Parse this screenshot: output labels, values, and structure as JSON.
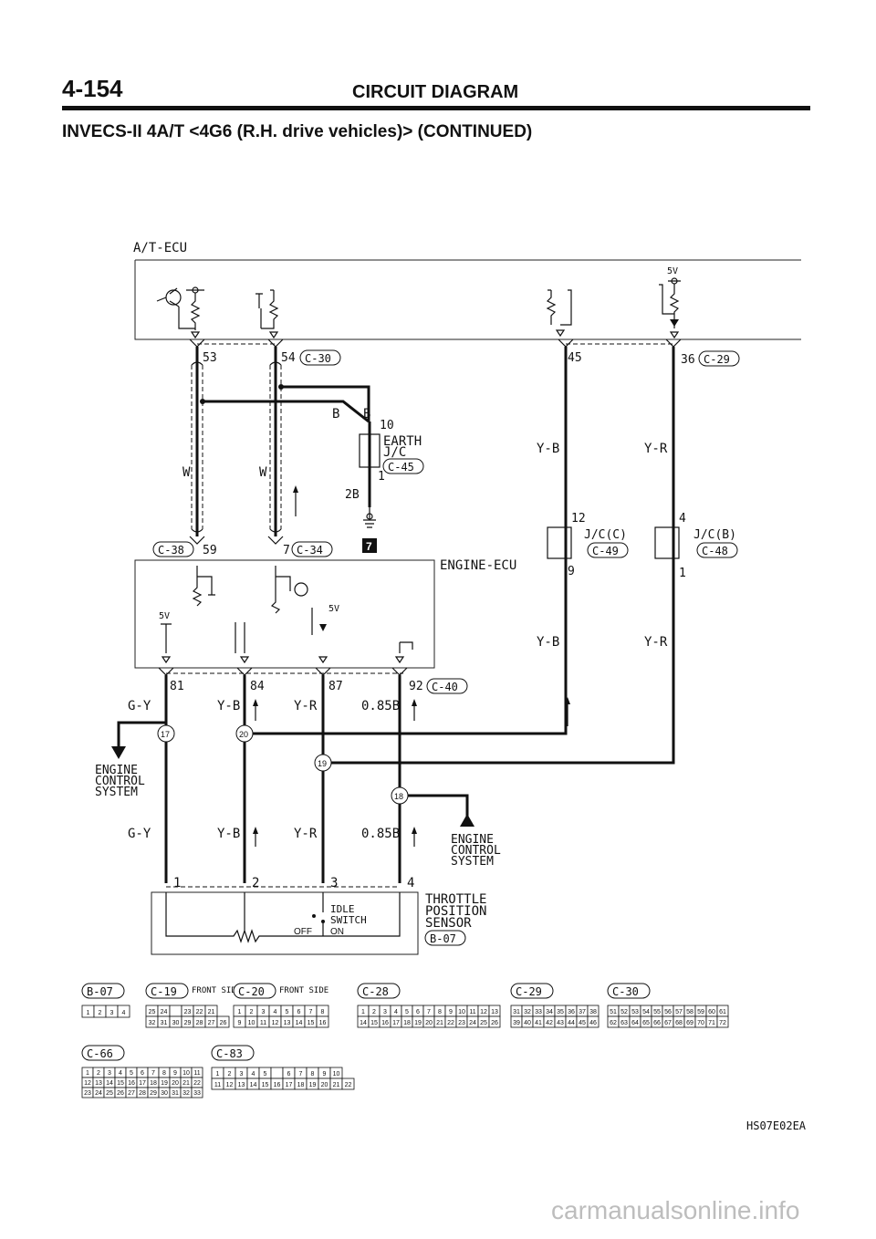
{
  "header": {
    "page_number": "4-154",
    "section_title": "CIRCUIT DIAGRAM",
    "subtitle": "INVECS-II 4A/T <4G6 (R.H. drive vehicles)> (CONTINUED)"
  },
  "modules": {
    "at_ecu": "A/T-ECU",
    "engine_ecu": "ENGINE-ECU",
    "tps_line1": "THROTTLE",
    "tps_line2": "POSITION",
    "tps_line3": "SENSOR",
    "tps_connector": "B-07",
    "idle_line1": "IDLE",
    "idle_line2": "SWITCH",
    "idle_off": "OFF",
    "idle_on": "ON",
    "ecs1_line1": "ENGINE",
    "ecs1_line2": "CONTROL",
    "ecs1_line3": "SYSTEM",
    "ecs2_line1": "ENGINE",
    "ecs2_line2": "CONTROL",
    "ecs2_line3": "SYSTEM",
    "earth_jc_line1": "EARTH",
    "earth_jc_line2": "J/C",
    "jc_c": "J/C(C)",
    "jc_b": "J/C(B)",
    "supply_5v_a": "5V",
    "supply_5v_b": "5V",
    "supply_5v_c": "5V",
    "ground_number": "7"
  },
  "pins": {
    "p53": "53",
    "p54": "54",
    "p45": "45",
    "p36": "36",
    "p10": "10",
    "p1_earth": "1",
    "p2b": "2B",
    "p59": "59",
    "p7": "7",
    "p12": "12",
    "p9": "9",
    "p4_jcb": "4",
    "p1_jcb": "1",
    "p81": "81",
    "p84": "84",
    "p87": "87",
    "p92": "92",
    "tps1": "1",
    "tps2": "2",
    "tps3": "3",
    "tps4": "4"
  },
  "connectors": {
    "c30": "C-30",
    "c29": "C-29",
    "c45": "C-45",
    "c38": "C-38",
    "c34": "C-34",
    "c49": "C-49",
    "c48": "C-48",
    "c40": "C-40"
  },
  "wire_colors": {
    "w1": "W",
    "w2": "W",
    "b1": "B",
    "b2": "B",
    "yb_top": "Y-B",
    "yr_top": "Y-R",
    "yb_mid": "Y-B",
    "yr_mid": "Y-R",
    "gy_a": "G-Y",
    "yb_a": "Y-B",
    "yr_a": "Y-R",
    "b085_a": "0.85B",
    "gy_b": "G-Y",
    "yb_b": "Y-B",
    "yr_b": "Y-R",
    "b085_b": "0.85B"
  },
  "splices": {
    "s17": "17",
    "s20": "20",
    "s19": "19",
    "s18": "18"
  },
  "legend": {
    "b07": {
      "label": "B-07",
      "rows": [
        [
          "1",
          "2",
          "3",
          "4"
        ]
      ]
    },
    "c19": {
      "label": "C-19",
      "side": "FRONT SIDE",
      "rows": [
        [
          "25",
          "24",
          "",
          "23",
          "22",
          "21"
        ],
        [
          "32",
          "31",
          "30",
          "29",
          "28",
          "27",
          "26"
        ]
      ]
    },
    "c20": {
      "label": "C-20",
      "side": "FRONT SIDE",
      "rows": [
        [
          "1",
          "2",
          "3",
          "4",
          "5",
          "6",
          "7",
          "8"
        ],
        [
          "9",
          "10",
          "11",
          "12",
          "13",
          "14",
          "15",
          "16"
        ]
      ]
    },
    "c28": {
      "label": "C-28",
      "rows": [
        [
          "1",
          "2",
          "3",
          "4",
          "5",
          "6",
          "7",
          "8",
          "9",
          "10",
          "11",
          "12",
          "13"
        ],
        [
          "14",
          "15",
          "16",
          "17",
          "18",
          "19",
          "20",
          "21",
          "22",
          "23",
          "24",
          "25",
          "26"
        ]
      ]
    },
    "c29": {
      "label": "C-29",
      "rows": [
        [
          "31",
          "32",
          "33",
          "34",
          "35",
          "36",
          "37",
          "38"
        ],
        [
          "39",
          "40",
          "41",
          "42",
          "43",
          "44",
          "45",
          "46"
        ]
      ]
    },
    "c30": {
      "label": "C-30",
      "rows": [
        [
          "51",
          "52",
          "53",
          "54",
          "55",
          "56",
          "57",
          "58",
          "59",
          "60",
          "61"
        ],
        [
          "62",
          "63",
          "64",
          "65",
          "66",
          "67",
          "68",
          "69",
          "70",
          "71",
          "72"
        ]
      ]
    },
    "c66": {
      "label": "C-66",
      "rows": [
        [
          "1",
          "2",
          "3",
          "4",
          "5",
          "6",
          "7",
          "8",
          "9",
          "10",
          "11"
        ],
        [
          "12",
          "13",
          "14",
          "15",
          "16",
          "17",
          "18",
          "19",
          "20",
          "21",
          "22"
        ],
        [
          "23",
          "24",
          "25",
          "26",
          "27",
          "28",
          "29",
          "30",
          "31",
          "32",
          "33"
        ]
      ]
    },
    "c83": {
      "label": "C-83",
      "rows": [
        [
          "1",
          "2",
          "3",
          "4",
          "5",
          "",
          "6",
          "7",
          "8",
          "9",
          "10"
        ],
        [
          "11",
          "12",
          "13",
          "14",
          "15",
          "16",
          "17",
          "18",
          "19",
          "20",
          "21",
          "22"
        ]
      ]
    }
  },
  "footer": {
    "code": "HS07E02EA",
    "watermark": "carmanualsonline.info"
  }
}
